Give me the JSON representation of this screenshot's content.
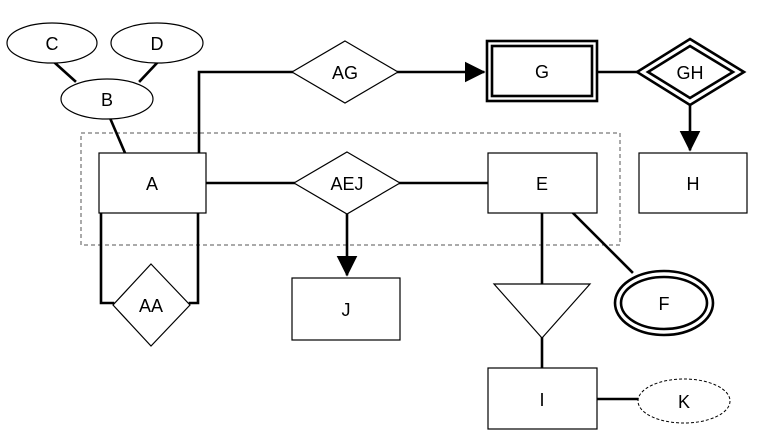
{
  "diagram": {
    "attributes": {
      "c": "C",
      "d": "D",
      "b": "B",
      "f": "F",
      "k": "K"
    },
    "entities": {
      "a": "A",
      "g": "G",
      "h": "H",
      "e": "E",
      "j": "J",
      "i": "I"
    },
    "relationships": {
      "ag": "AG",
      "gh": "GH",
      "aej": "AEJ",
      "aa": "AA"
    }
  }
}
